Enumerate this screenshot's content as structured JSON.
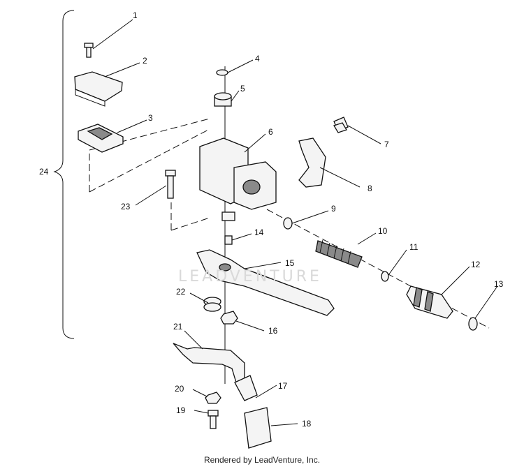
{
  "diagram": {
    "part_numbers": [
      "1",
      "2",
      "3",
      "4",
      "5",
      "6",
      "7",
      "8",
      "9",
      "10",
      "11",
      "12",
      "13",
      "14",
      "15",
      "16",
      "17",
      "18",
      "19",
      "20",
      "21",
      "22",
      "23",
      "24"
    ]
  },
  "watermark": "LEADVENTURE",
  "footer": "Rendered by LeadVenture, Inc."
}
